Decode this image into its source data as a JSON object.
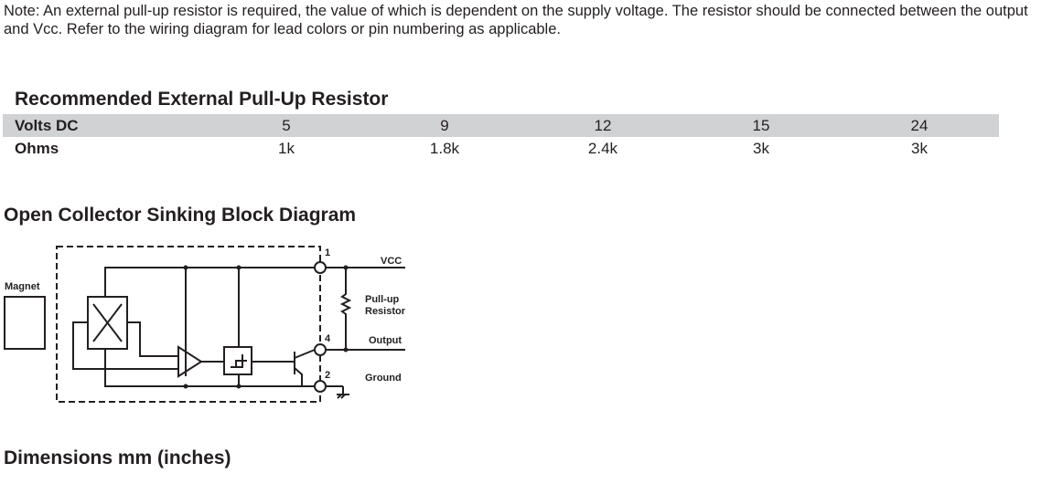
{
  "note": "Note: An external pull-up resistor is required, the value of which is dependent on the supply voltage. The resistor should be connected between the output and Vcc. Refer to the wiring diagram for lead colors or pin numbering as applicable.",
  "resistor_section": {
    "title": "Recommended External Pull-Up Resistor",
    "header_label": "Volts DC",
    "volts": [
      "5",
      "9",
      "12",
      "15",
      "24"
    ],
    "row_label": "Ohms",
    "ohms": [
      "1k",
      "1.8k",
      "2.4k",
      "3k",
      "3k"
    ]
  },
  "diagram": {
    "title": "Open Collector Sinking Block Diagram",
    "labels": {
      "magnet": "Magnet",
      "vcc": "VCC",
      "pullup1": "Pull-up",
      "pullup2": "Resistor",
      "output": "Output",
      "ground": "Ground",
      "pin1": "1",
      "pin4": "4",
      "pin2": "2"
    }
  },
  "dimensions_title": "Dimensions mm (inches)"
}
